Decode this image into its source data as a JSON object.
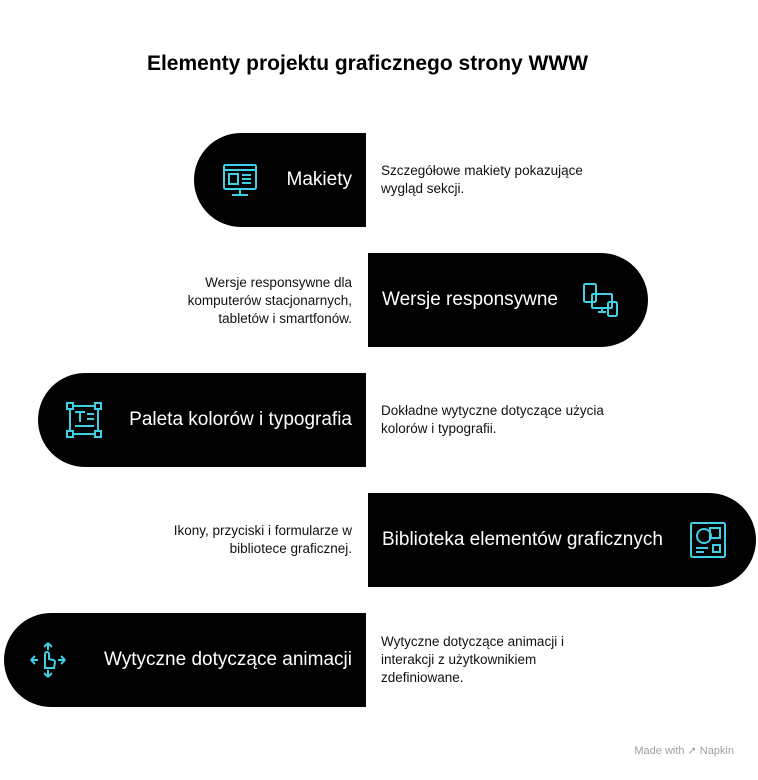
{
  "title": "Elementy projektu graficznego strony WWW",
  "rows": [
    {
      "label": "Makiety",
      "description": "Szczegółowe makiety pokazujące wygląd sekcji.",
      "icon": "layout-monitor-icon"
    },
    {
      "label": "Wersje responsywne",
      "description": "Wersje responsywne dla komputerów stacjonarnych, tabletów i smartfonów.",
      "icon": "devices-icon"
    },
    {
      "label": "Paleta kolorów i typografia",
      "description": "Dokładne wytyczne dotyczące użycia kolorów i typografii.",
      "icon": "typography-frame-icon"
    },
    {
      "label": "Biblioteka elementów graficznych",
      "description": "Ikony, przyciski i formularze w bibliotece graficznej.",
      "icon": "ui-components-icon"
    },
    {
      "label": "Wytyczne dotyczące animacji",
      "description": "Wytyczne dotyczące animacji i interakcji z użytkownikiem zdefiniowane.",
      "icon": "gesture-move-icon"
    }
  ],
  "footer": {
    "made_with": "Made with",
    "brand": "Napkin"
  },
  "colors": {
    "pill": "#000000",
    "icon": "#3fd0e6",
    "background": "#ffffff"
  }
}
